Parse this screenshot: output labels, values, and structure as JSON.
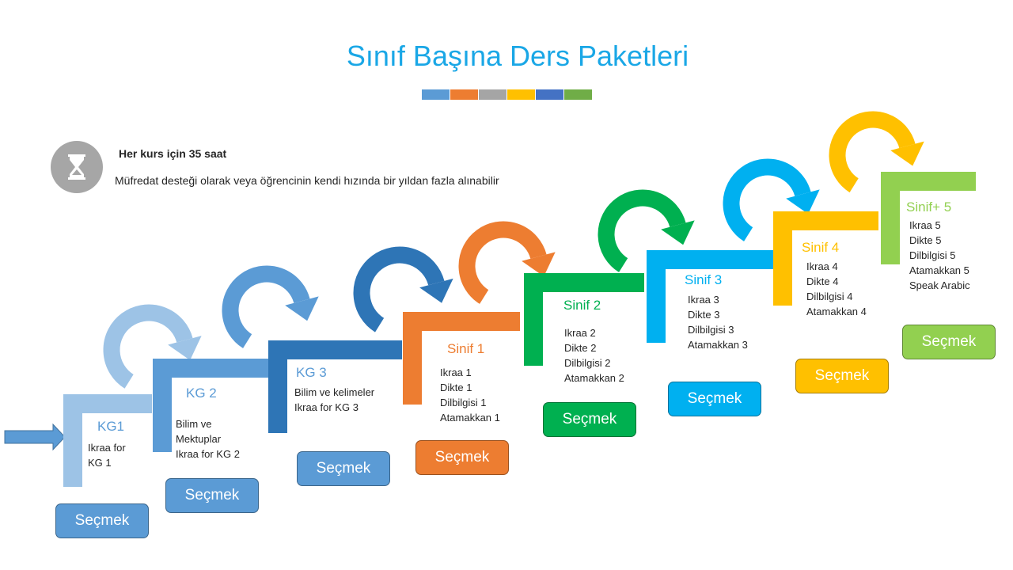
{
  "title": "Sınıf Başına Ders Paketleri",
  "strip_colors": [
    "#5b9bd5",
    "#ed7d31",
    "#a5a5a5",
    "#ffc000",
    "#4472c4",
    "#70ad47"
  ],
  "info": {
    "icon": "hourglass-icon",
    "hours": "Her kurs için 35 saat",
    "description": "Müfredat desteği olarak veya öğrencinin kendi hızında bir yıldan fazla alınabilir"
  },
  "steps": [
    {
      "title": "KG1",
      "color": "#9dc3e6",
      "title_color": "#5b9bd5",
      "items": [
        "Ikraa  for",
        "KG 1"
      ],
      "button": "Seçmek",
      "button_color": "#5b9bd5"
    },
    {
      "title": "KG 2",
      "color": "#5b9bd5",
      "title_color": "#5b9bd5",
      "items": [
        "Bilim ve",
        "Mektuplar",
        "Ikraa for KG 2"
      ],
      "button": "Seçmek",
      "button_color": "#5b9bd5"
    },
    {
      "title": "KG 3",
      "color": "#2e75b6",
      "title_color": "#5b9bd5",
      "items": [
        "Bilim ve kelimeler",
        "Ikraa for KG 3"
      ],
      "button": "Seçmek",
      "button_color": "#5b9bd5"
    },
    {
      "title": "Sinif 1",
      "color": "#ed7d31",
      "title_color": "#ed7d31",
      "items": [
        "Ikraa 1",
        "Dikte 1",
        "Dilbilgisi 1",
        "Atamakkan 1"
      ],
      "button": "Seçmek",
      "button_color": "#ed7d31"
    },
    {
      "title": "Sinif 2",
      "color": "#00b050",
      "title_color": "#00b050",
      "items": [
        "Ikraa  2",
        "Dikte 2",
        "Dilbilgisi 2",
        "Atamakkan 2"
      ],
      "button": "Seçmek",
      "button_color": "#00b050"
    },
    {
      "title": "Sinif 3",
      "color": "#00b0f0",
      "title_color": "#00b0f0",
      "items": [
        "Ikraa  3",
        "Dikte 3",
        "Dilbilgisi 3",
        "Atamakkan 3"
      ],
      "button": "Seçmek",
      "button_color": "#00b0f0"
    },
    {
      "title": "Sinif 4",
      "color": "#ffc000",
      "title_color": "#ffc000",
      "items": [
        "Ikraa 4",
        "Dikte 4",
        "Dilbilgisi 4",
        "Atamakkan 4"
      ],
      "button": "Seçmek",
      "button_color": "#ffc000"
    },
    {
      "title": "Sinif+ 5",
      "color": "#92d050",
      "title_color": "#92d050",
      "items": [
        "Ikraa  5",
        "Dikte 5",
        "Dilbilgisi 5",
        "Atamakkan 5",
        "Speak Arabic"
      ],
      "button": "Seçmek",
      "button_color": "#92d050"
    }
  ],
  "entry_arrow_color": "#5b9bd5"
}
